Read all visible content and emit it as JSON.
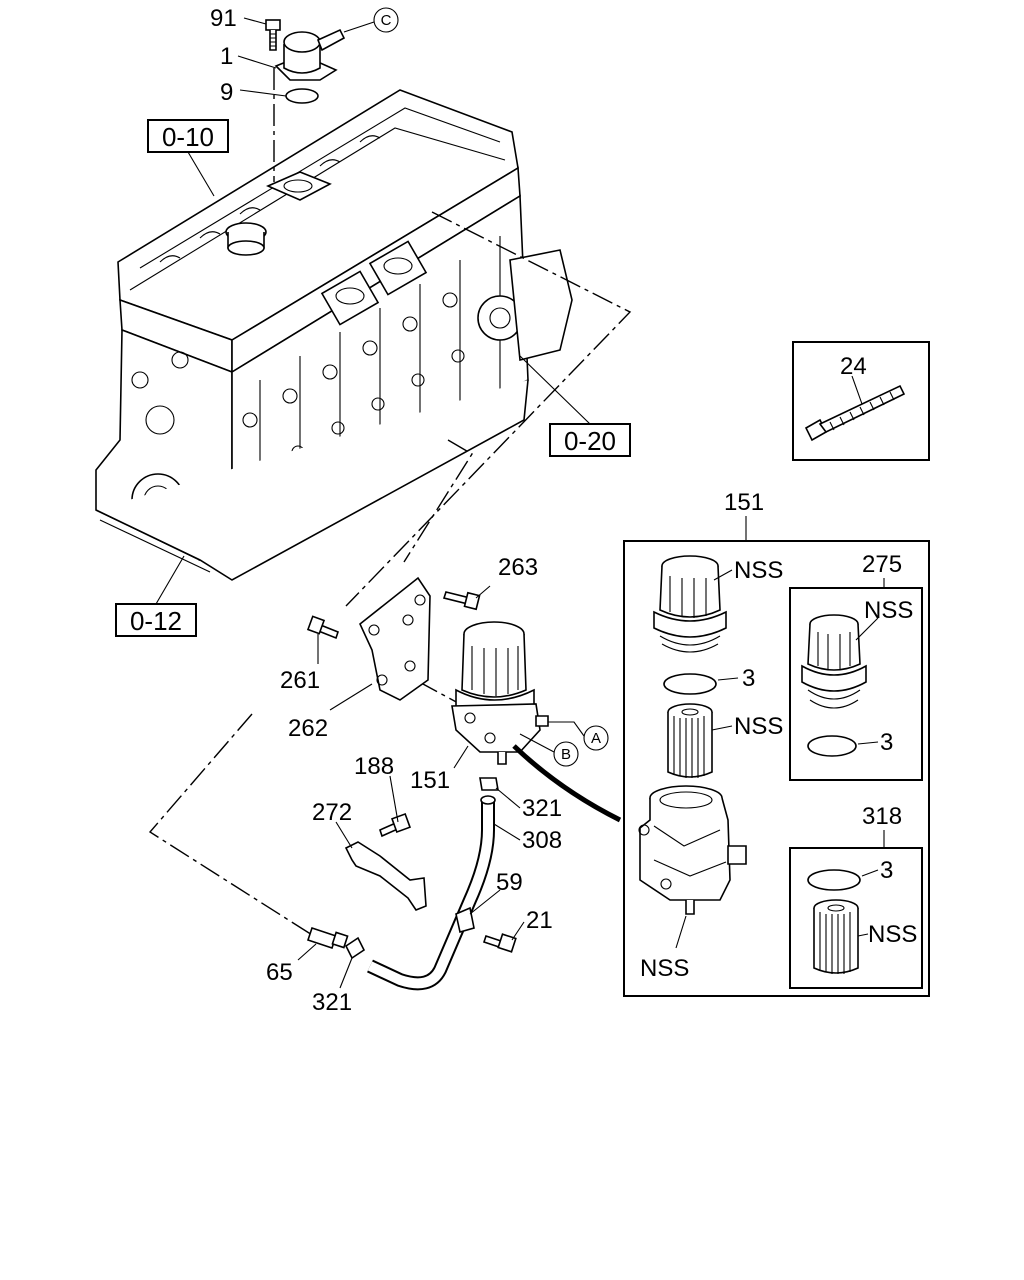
{
  "refs": {
    "r010": "0-10",
    "r020": "0-20",
    "r012": "0-12"
  },
  "circles": {
    "a": "A",
    "b": "B",
    "c": "C"
  },
  "labels": {
    "p91": "91",
    "p1": "1",
    "p9": "9",
    "p24": "24",
    "p151_top": "151",
    "p263": "263",
    "p261": "261",
    "p262": "262",
    "p151": "151",
    "p188": "188",
    "p272": "272",
    "p321a": "321",
    "p308": "308",
    "p59": "59",
    "p21": "21",
    "p65": "65",
    "p321b": "321",
    "p275": "275",
    "p318": "318",
    "nss1": "NSS",
    "nss2": "NSS",
    "nss3": "NSS",
    "nss4": "NSS",
    "nss5": "NSS",
    "p3a": "3",
    "p3b": "3",
    "p3c": "3"
  }
}
